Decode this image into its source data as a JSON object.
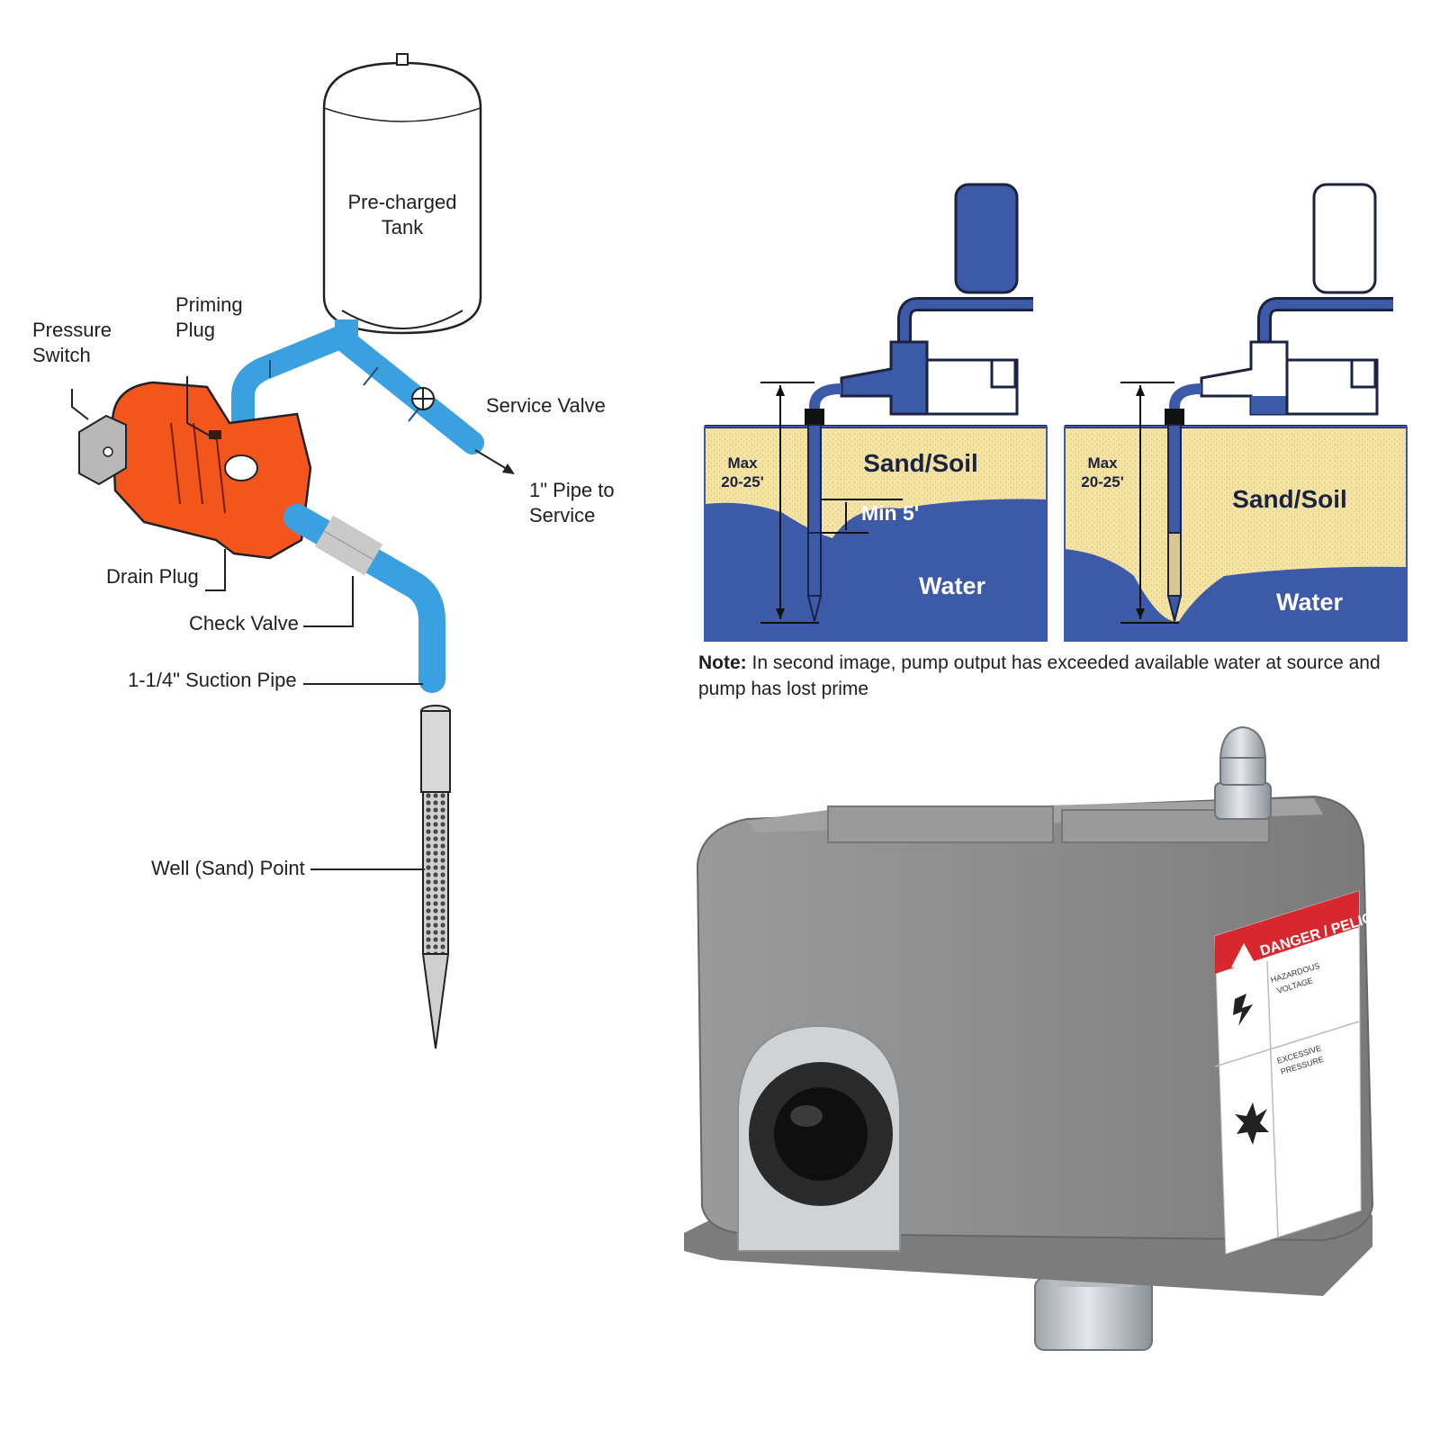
{
  "install_diagram": {
    "tank_label_line1": "Pre-charged",
    "tank_label_line2": "Tank",
    "priming_plug_line1": "Priming",
    "priming_plug_line2": "Plug",
    "pressure_switch_line1": "Pressure",
    "pressure_switch_line2": "Switch",
    "service_valve": "Service Valve",
    "pipe_service_line1": "1\" Pipe to",
    "pipe_service_line2": "Service",
    "drain_plug": "Drain Plug",
    "check_valve": "Check Valve",
    "suction_pipe": "1-1/4\" Suction Pipe",
    "well_point": "Well (Sand) Point"
  },
  "water_table": {
    "panel1": {
      "max_line1": "Max",
      "max_line2": "20-25'",
      "soil": "Sand/Soil",
      "min": "Min 5'",
      "water": "Water"
    },
    "panel2": {
      "max_line1": "Max",
      "max_line2": "20-25'",
      "soil": "Sand/Soil",
      "water": "Water"
    },
    "note_label": "Note:",
    "note_text": " In second image, pump output has exceeded available water at source and pump has lost prime"
  },
  "pressure_switch_photo": {
    "danger_label": "DANGER / PELIGRO / DANGER",
    "hazard1_line1": "HAZARDOUS",
    "hazard1_line2": "VOLTAGE",
    "hazard2_line1": "EXCESSIVE",
    "hazard2_line2": "PRESSURE"
  },
  "colors": {
    "pipe_blue": "#3aa0e0",
    "pump_orange": "#f2561d",
    "water_blue": "#3d5aa8",
    "soil": "#f4e3a3",
    "switch_gray": "#8a8a8a",
    "danger_red": "#d7282f"
  }
}
